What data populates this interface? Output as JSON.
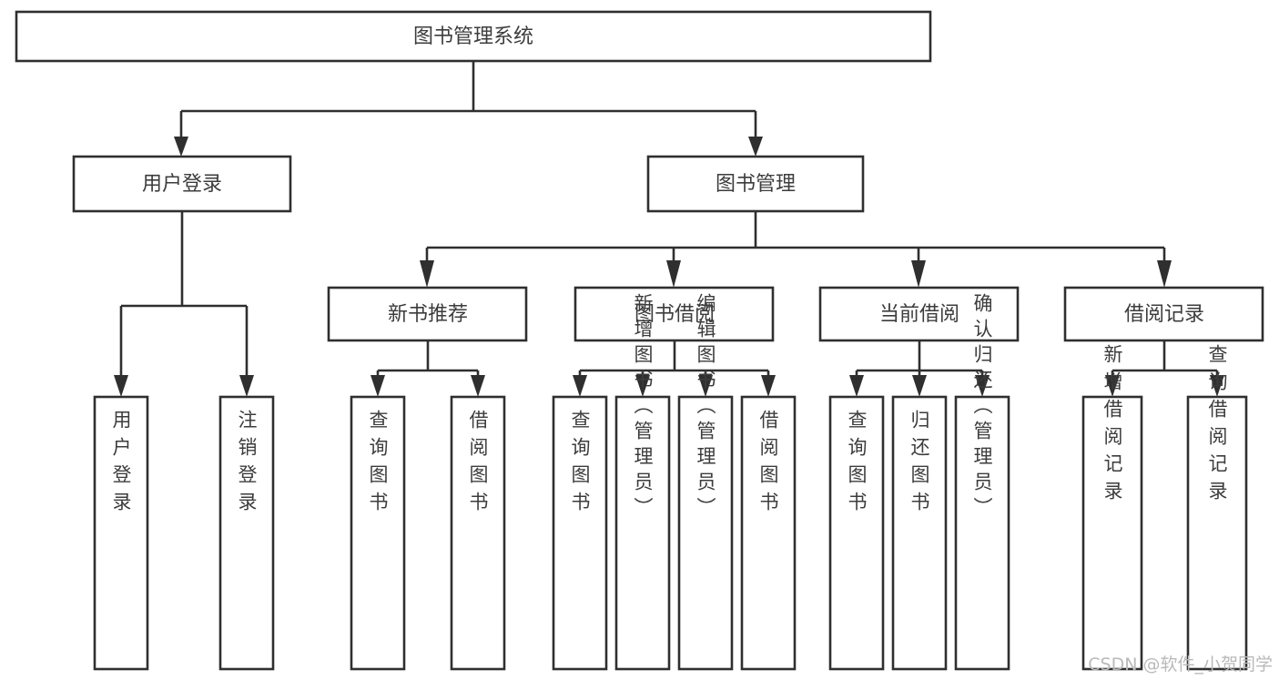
{
  "diagram": {
    "type": "hierarchy-tree",
    "title": "图书管理系统",
    "root": {
      "id": "root",
      "label": "图书管理系统"
    },
    "level2": [
      {
        "id": "user-login",
        "label": "用户登录"
      },
      {
        "id": "book-management",
        "label": "图书管理"
      }
    ],
    "level3": [
      {
        "id": "new-book-recommend",
        "label": "新书推荐",
        "parent": "book-management"
      },
      {
        "id": "book-borrow",
        "label": "图书借阅",
        "parent": "book-management"
      },
      {
        "id": "current-borrow",
        "label": "当前借阅",
        "parent": "book-management"
      },
      {
        "id": "borrow-record",
        "label": "借阅记录",
        "parent": "book-management"
      }
    ],
    "leaves": [
      {
        "id": "leaf-user-login",
        "label": "用户登录",
        "parent": "user-login"
      },
      {
        "id": "leaf-logout-login",
        "label": "注销登录",
        "parent": "user-login"
      },
      {
        "id": "leaf-query-book-1",
        "label": "查询图书",
        "parent": "new-book-recommend"
      },
      {
        "id": "leaf-borrow-book-1",
        "label": "借阅图书",
        "parent": "new-book-recommend"
      },
      {
        "id": "leaf-query-book-2",
        "label": "查询图书",
        "parent": "book-borrow"
      },
      {
        "id": "leaf-add-book",
        "label": "新增图书（管理员）",
        "parent": "book-borrow"
      },
      {
        "id": "leaf-edit-book",
        "label": "编辑图书（管理员）",
        "parent": "book-borrow"
      },
      {
        "id": "leaf-borrow-book-2",
        "label": "借阅图书",
        "parent": "book-borrow"
      },
      {
        "id": "leaf-query-book-3",
        "label": "查询图书",
        "parent": "current-borrow"
      },
      {
        "id": "leaf-return-book",
        "label": "归还图书",
        "parent": "current-borrow"
      },
      {
        "id": "leaf-confirm-return",
        "label": "确认归还（管理员）",
        "parent": "current-borrow"
      },
      {
        "id": "leaf-add-record",
        "label": "新增借阅记录",
        "parent": "borrow-record"
      },
      {
        "id": "leaf-query-record",
        "label": "查询借阅记录",
        "parent": "borrow-record"
      }
    ]
  },
  "watermark": {
    "text": "CSDN @软件_小贺同学"
  },
  "colors": {
    "border": "#2f2f2f",
    "text": "#3c3c3c",
    "background": "#ffffff",
    "watermark": "#b9b9b9"
  }
}
